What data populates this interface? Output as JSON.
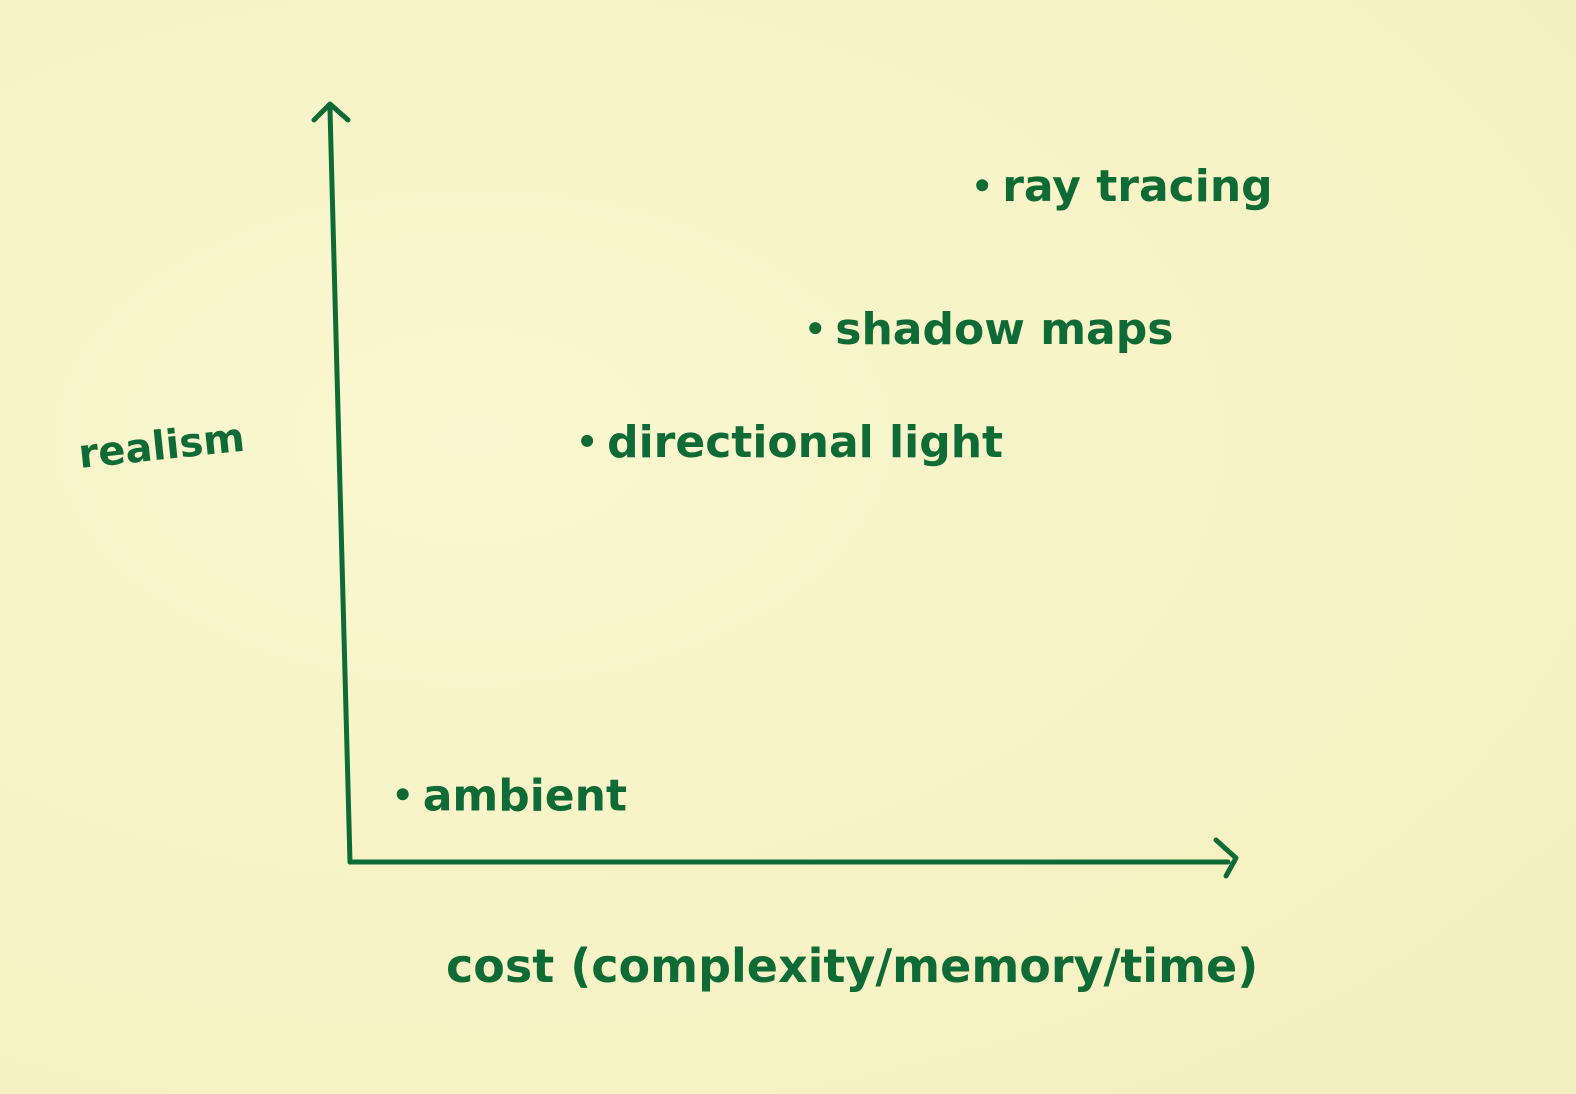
{
  "colors": {
    "ink": "#0f6b35",
    "paper": "#f8f4c8"
  },
  "chart_data": {
    "type": "scatter",
    "xlabel": "cost (complexity/memory/time)",
    "ylabel": "realism",
    "xlim": [
      0,
      10
    ],
    "ylim": [
      0,
      10
    ],
    "axis_ticks": false,
    "grid": false,
    "legend": "none",
    "points": [
      {
        "label": "ambient",
        "x": 0.6,
        "y": 0.9
      },
      {
        "label": "directional light",
        "x": 2.7,
        "y": 5.6
      },
      {
        "label": "shadow maps",
        "x": 5.3,
        "y": 7.1
      },
      {
        "label": "ray tracing",
        "x": 7.2,
        "y": 9.0
      }
    ]
  }
}
